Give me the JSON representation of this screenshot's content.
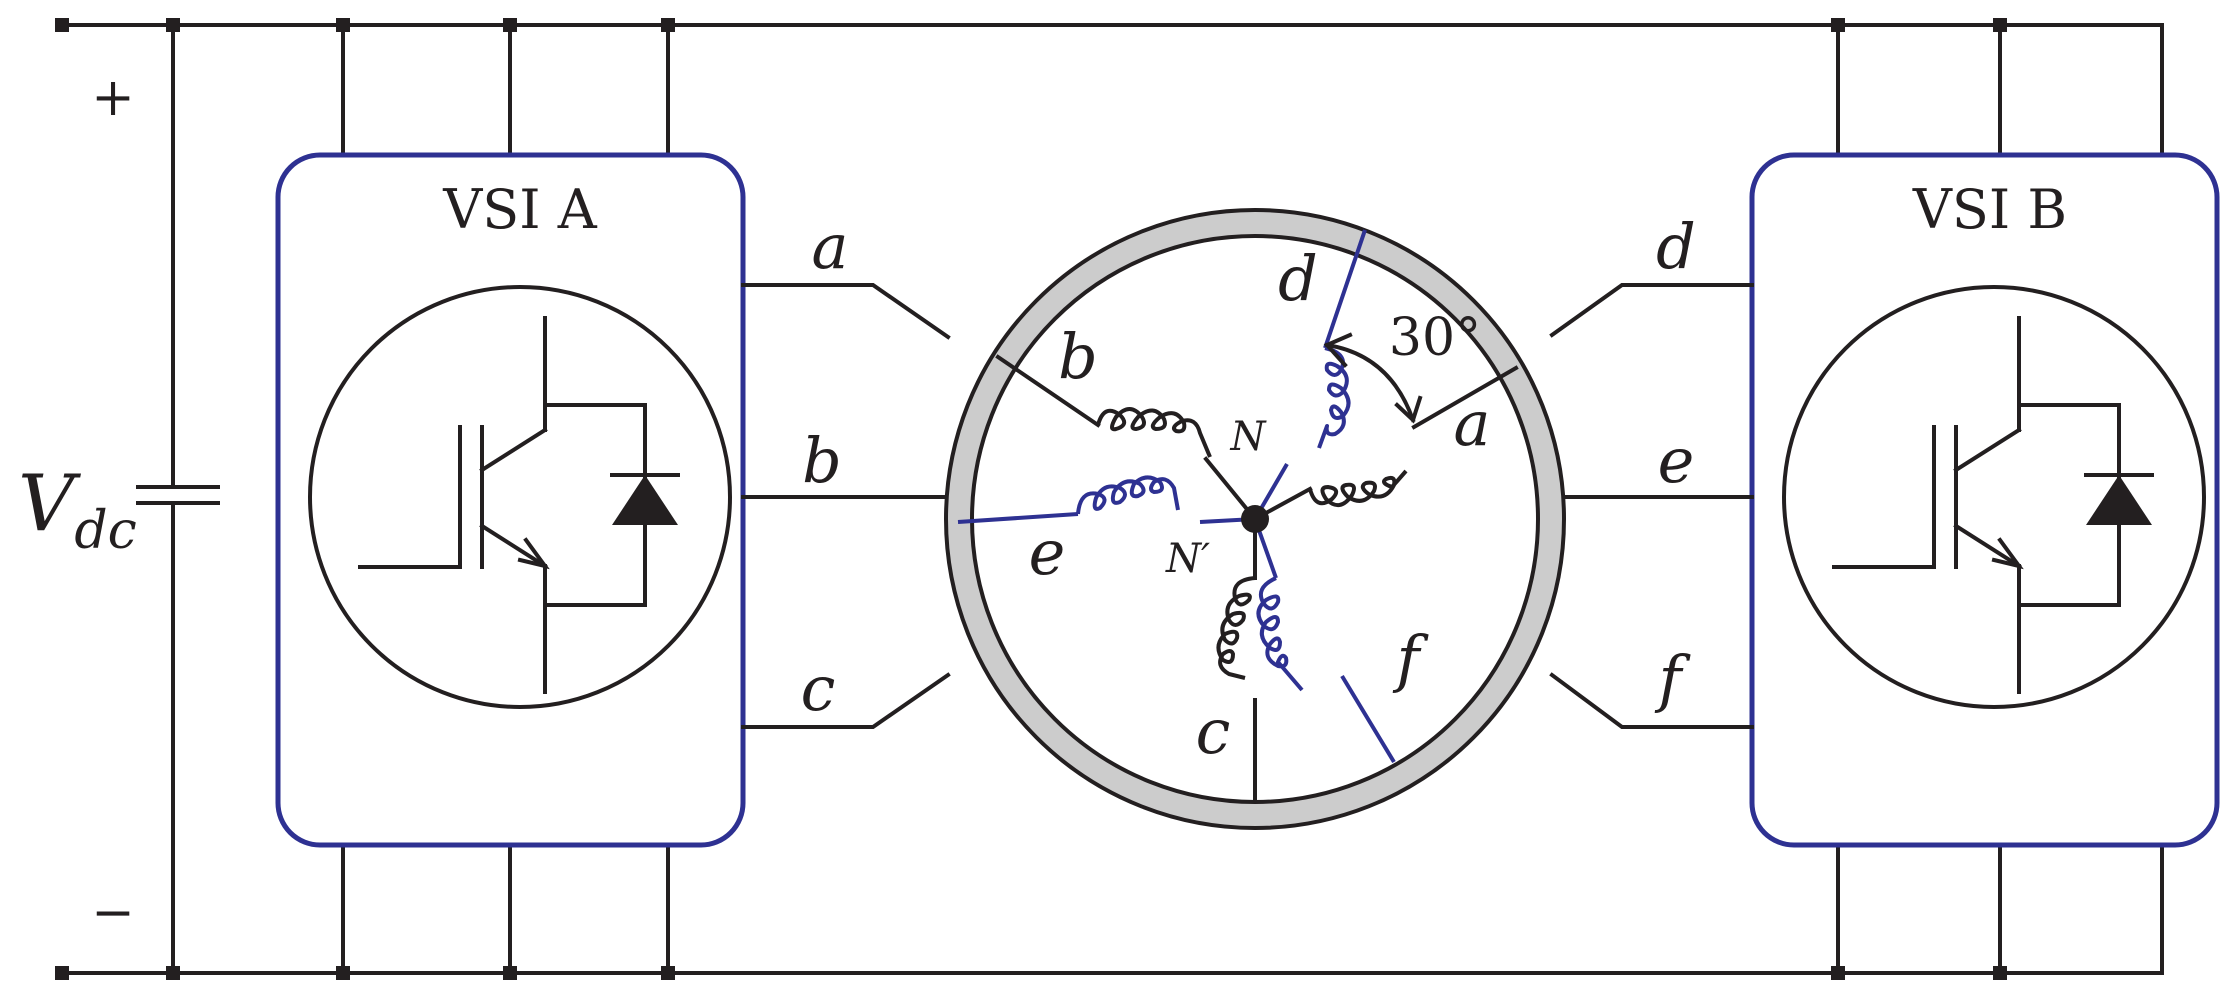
{
  "labels": {
    "plus": "+",
    "minus": "−",
    "vdc_main": "V",
    "vdc_sub": "dc",
    "vsi_a": "VSI A",
    "vsi_b": "VSI B",
    "angle": "30°"
  },
  "phases_a_side": [
    "a",
    "b",
    "c"
  ],
  "phases_b_side": [
    "d",
    "e",
    "f"
  ],
  "machine_windings": {
    "a": "a",
    "b": "b",
    "c": "c",
    "d": "d",
    "e": "e",
    "f": "f"
  },
  "neutral_labels": {
    "n1": "N",
    "n2": "N′"
  },
  "colors": {
    "wire": "#231f20",
    "converter_border": "#2e3192",
    "stator": "#cccccc",
    "blue_winding": "#2e3192"
  }
}
